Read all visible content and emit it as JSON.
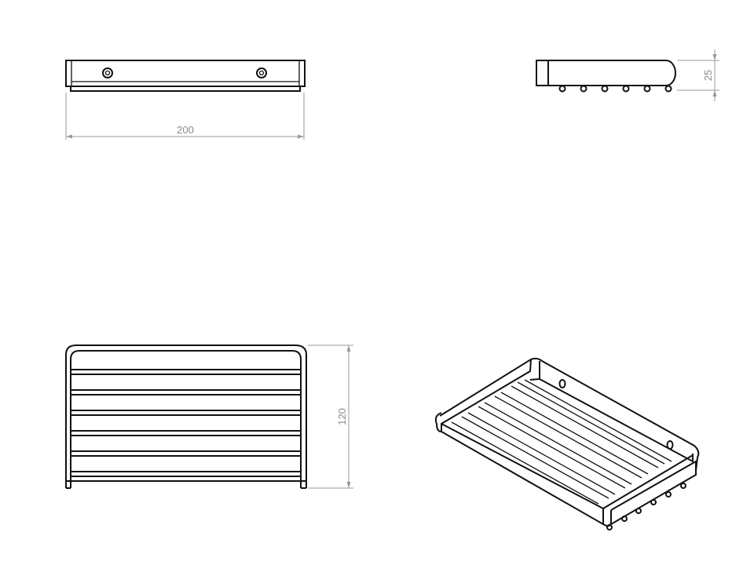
{
  "views": {
    "top": {
      "dimension_label": "200"
    },
    "side": {
      "dimension_label": "25"
    },
    "front": {
      "dimension_label": "120"
    },
    "isometric": {}
  },
  "colors": {
    "line": "#111111",
    "dimension": "#999999"
  }
}
